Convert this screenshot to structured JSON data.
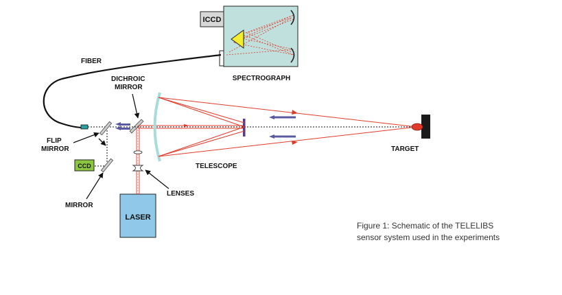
{
  "labels": {
    "iccd": "ICCD",
    "spectrograph": "SPECTROGRAPH",
    "fiber": "FIBER",
    "dichroic_line1": "DICHROIC",
    "dichroic_line2": "MIRROR",
    "flip_line1": "FLIP",
    "flip_line2": "MIRROR",
    "ccd": "CCD",
    "mirror": "MIRROR",
    "lenses": "LENSES",
    "laser": "LASER",
    "telescope": "TELESCOPE",
    "target": "TARGET"
  },
  "caption": {
    "line1": "Figure 1: Schematic of the TELELIBS",
    "line2": "sensor system used in the experiments"
  },
  "colors": {
    "beam_red": "#e03a2a",
    "return_blue": "#5a5aa0",
    "spectrograph_fill": "#bfe0dc",
    "laser_fill": "#8fc8e8",
    "ccd_fill": "#8cc640",
    "iccd_fill": "#d8d8d8",
    "prism_fill": "#f4ee30",
    "telescope_mirror": "#a8dcd8",
    "target_fill": "#1a1a1a"
  }
}
